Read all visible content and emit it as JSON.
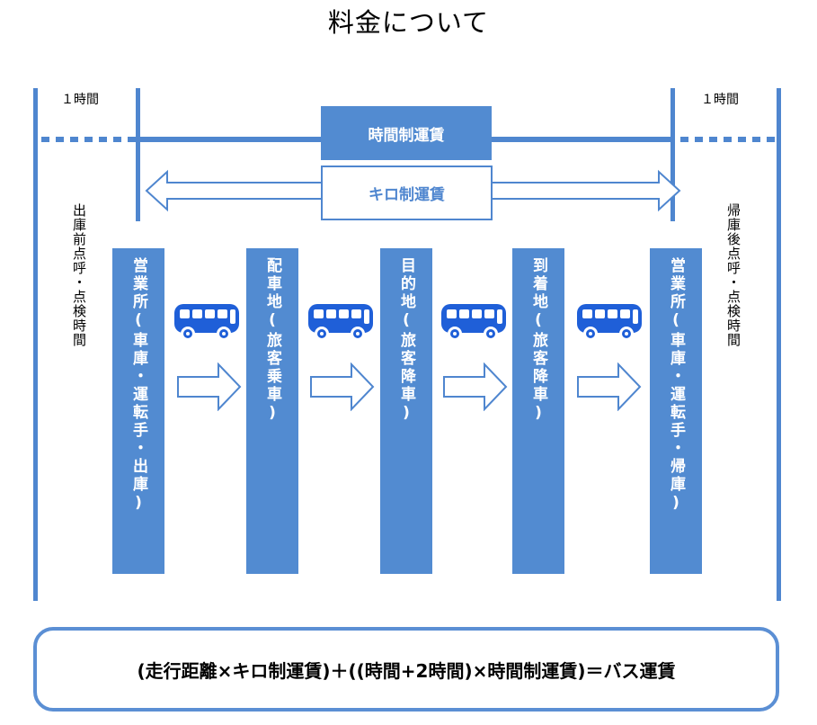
{
  "title": "料金について",
  "hours": {
    "left": "１時間",
    "right": "１時間"
  },
  "fares": {
    "time": "時間制運賃",
    "kilo": "キロ制運賃"
  },
  "side_labels": {
    "before": "出庫前点呼・点検時間",
    "after": "帰庫後点呼・点検時間"
  },
  "stages": [
    "営業所(車庫・運転手・出庫)",
    "配車地(旅客乗車)",
    "目的地(旅客降車)",
    "到着地(旅客降車)",
    "営業所(車庫・運転手・帰庫)"
  ],
  "formula": "(走行距離×キロ制運賃)＋((時間+2時間)×時間制運賃)＝バス運賃",
  "colors": {
    "accent": "#4f86cf",
    "stage": "#528bd1",
    "bus": "#1f5fd8"
  },
  "icons": [
    "bus-icon",
    "right-arrow-icon",
    "double-arrow-icon"
  ]
}
